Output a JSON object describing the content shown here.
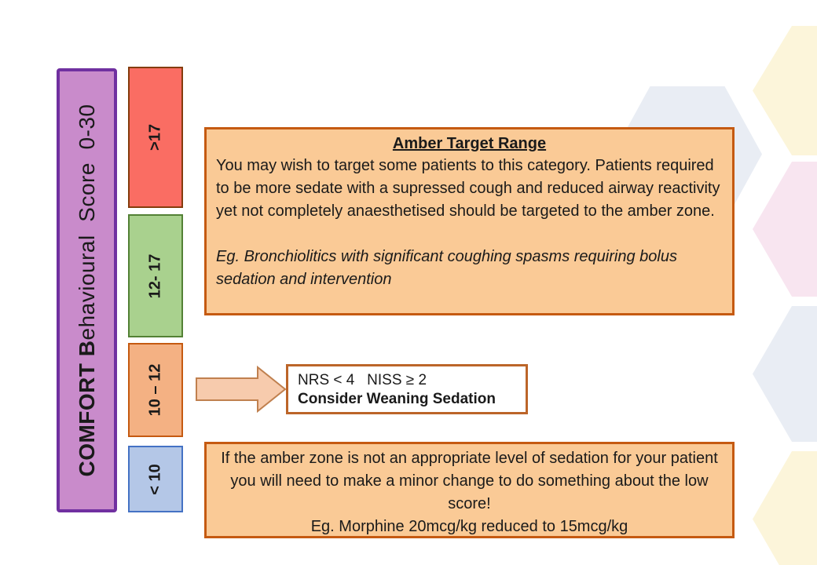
{
  "colors": {
    "text": "#1a1a1a",
    "purple-fill": "#c98bcb",
    "purple-border": "#7030a0",
    "red-fill": "#fa6d63",
    "red-border": "#843c0c",
    "green-fill": "#a9d18e",
    "green-border": "#538135",
    "orange-fill": "#f4b183",
    "orange-border": "#c55a11",
    "blue-fill": "#b4c7e7",
    "blue-border": "#4472c4",
    "amber-fill": "#faca96",
    "amber-border": "#c55a11",
    "nrs-border": "#bc6529",
    "arrow-fill": "#f7cbad",
    "arrow-stroke": "#c0804f",
    "hex-yellow": "#fcf5da",
    "hex-blue": "#e9edf4",
    "hex-pink": "#f8e5f0"
  },
  "scale": {
    "label_bold": "COMFORT B",
    "label_rest": "ehavioural  Score  0-30",
    "bands": [
      {
        "id": "red",
        "range": ">17"
      },
      {
        "id": "green",
        "range": "12- 17"
      },
      {
        "id": "orange",
        "range": "10 – 12"
      },
      {
        "id": "blue",
        "range": "< 10"
      }
    ]
  },
  "amber_target_box": {
    "title": "Amber Target Range",
    "body": "You may wish to target some patients to this category. Patients required to be more sedate with a supressed cough and reduced airway reactivity yet not completely anaesthetised should be targeted to the amber zone.",
    "example": "Eg. Bronchiolitics with significant coughing spasms requiring bolus sedation and intervention"
  },
  "weaning_box": {
    "criteria": "NRS < 4   NISS ≥ 2",
    "action": "Consider Weaning Sedation"
  },
  "low_score_box": {
    "body": "If the amber zone is not an appropriate level of sedation for your patient you will need to make a minor change to do something about the low score!",
    "example": "Eg. Morphine 20mcg/kg reduced to 15mcg/kg"
  },
  "icons": {
    "arrow_right": "block-arrow-right-icon"
  }
}
